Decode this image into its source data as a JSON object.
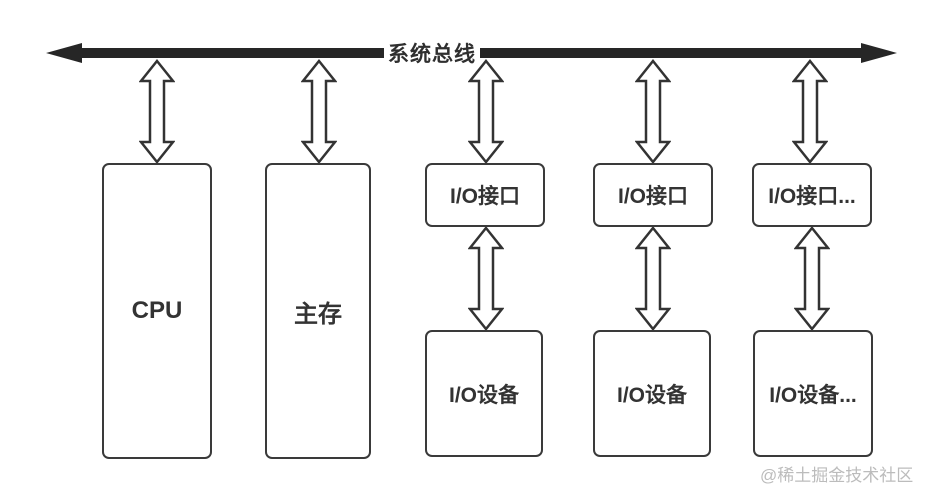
{
  "diagram": {
    "title_context": "system-bus-architecture",
    "bus_label": "系统总线",
    "nodes": {
      "cpu": "CPU",
      "memory": "主存",
      "io_interfaces": [
        "I/O接口",
        "I/O接口",
        "I/O接口..."
      ],
      "io_devices": [
        "I/O设备",
        "I/O设备",
        "I/O设备..."
      ]
    },
    "connections": [
      "bus-cpu",
      "bus-memory",
      "bus-io-interface-1",
      "bus-io-interface-2",
      "bus-io-interface-3",
      "io-interface-1-io-device-1",
      "io-interface-2-io-device-2",
      "io-interface-3-io-device-3"
    ],
    "colors": {
      "background": "#ffffff",
      "bus": "#262626",
      "line": "#333333",
      "text": "#333333",
      "watermark": "#bcbcbc"
    },
    "watermark": "@稀土掘金技术社区"
  }
}
